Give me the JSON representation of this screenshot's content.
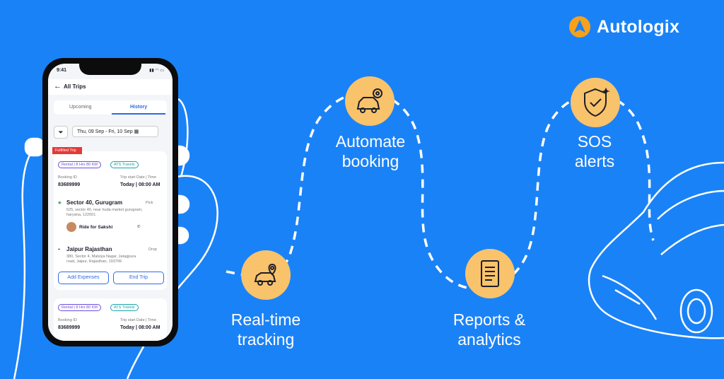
{
  "brand": {
    "name": "Autologix"
  },
  "features": [
    {
      "label_line1": "Real-time",
      "label_line2": "tracking",
      "icon": "car-location-icon"
    },
    {
      "label_line1": "Automate",
      "label_line2": "booking",
      "icon": "car-gear-icon"
    },
    {
      "label_line1": "Reports &",
      "label_line2": "analytics",
      "icon": "report-document-icon"
    },
    {
      "label_line1": "SOS",
      "label_line2": "alerts",
      "icon": "shield-check-icon"
    }
  ],
  "phone": {
    "time": "9:41",
    "title": "All Trips",
    "tabs": {
      "upcoming": "Upcoming",
      "history": "History"
    },
    "date_range": "Thu, 09 Sep - Fri, 10 Sep",
    "trip1": {
      "ribbon": "Fulfilled Trip",
      "chip_rental": "Rental | 8 Hrs 80 KM",
      "chip_vendor": "ATS Travels",
      "booking_id_label": "Booking ID",
      "booking_id": "83689999",
      "start_label": "Trip start Date | Time",
      "start_value": "Today | 08:00 AM",
      "pickup_title": "Sector 40, Gurugram",
      "pickup_tag": "Pick",
      "pickup_address": "625, sector 40, near huda market gurugram, haryana, 122001",
      "rider": "Ride for Sakshi",
      "drop_title": "Jaipur Rajasthan",
      "drop_tag": "Drop",
      "drop_address": "380, Sector 4, Malviya Nagar, Jatagpura road, Jaipur, Rajasthan, 193799",
      "add_expenses": "Add Expenses",
      "end_trip": "End Trip"
    },
    "trip2": {
      "chip_rental": "Rental | 8 Hrs 80 KM",
      "chip_vendor": "ATS Travels",
      "booking_id_label": "Booking ID",
      "booking_id": "83689999",
      "start_label": "Trip start Date | Time",
      "start_value": "Today | 08:00 AM"
    }
  },
  "colors": {
    "background": "#1a82f7",
    "accent": "#f8c36a",
    "brand_icon": "#f7a11a"
  }
}
